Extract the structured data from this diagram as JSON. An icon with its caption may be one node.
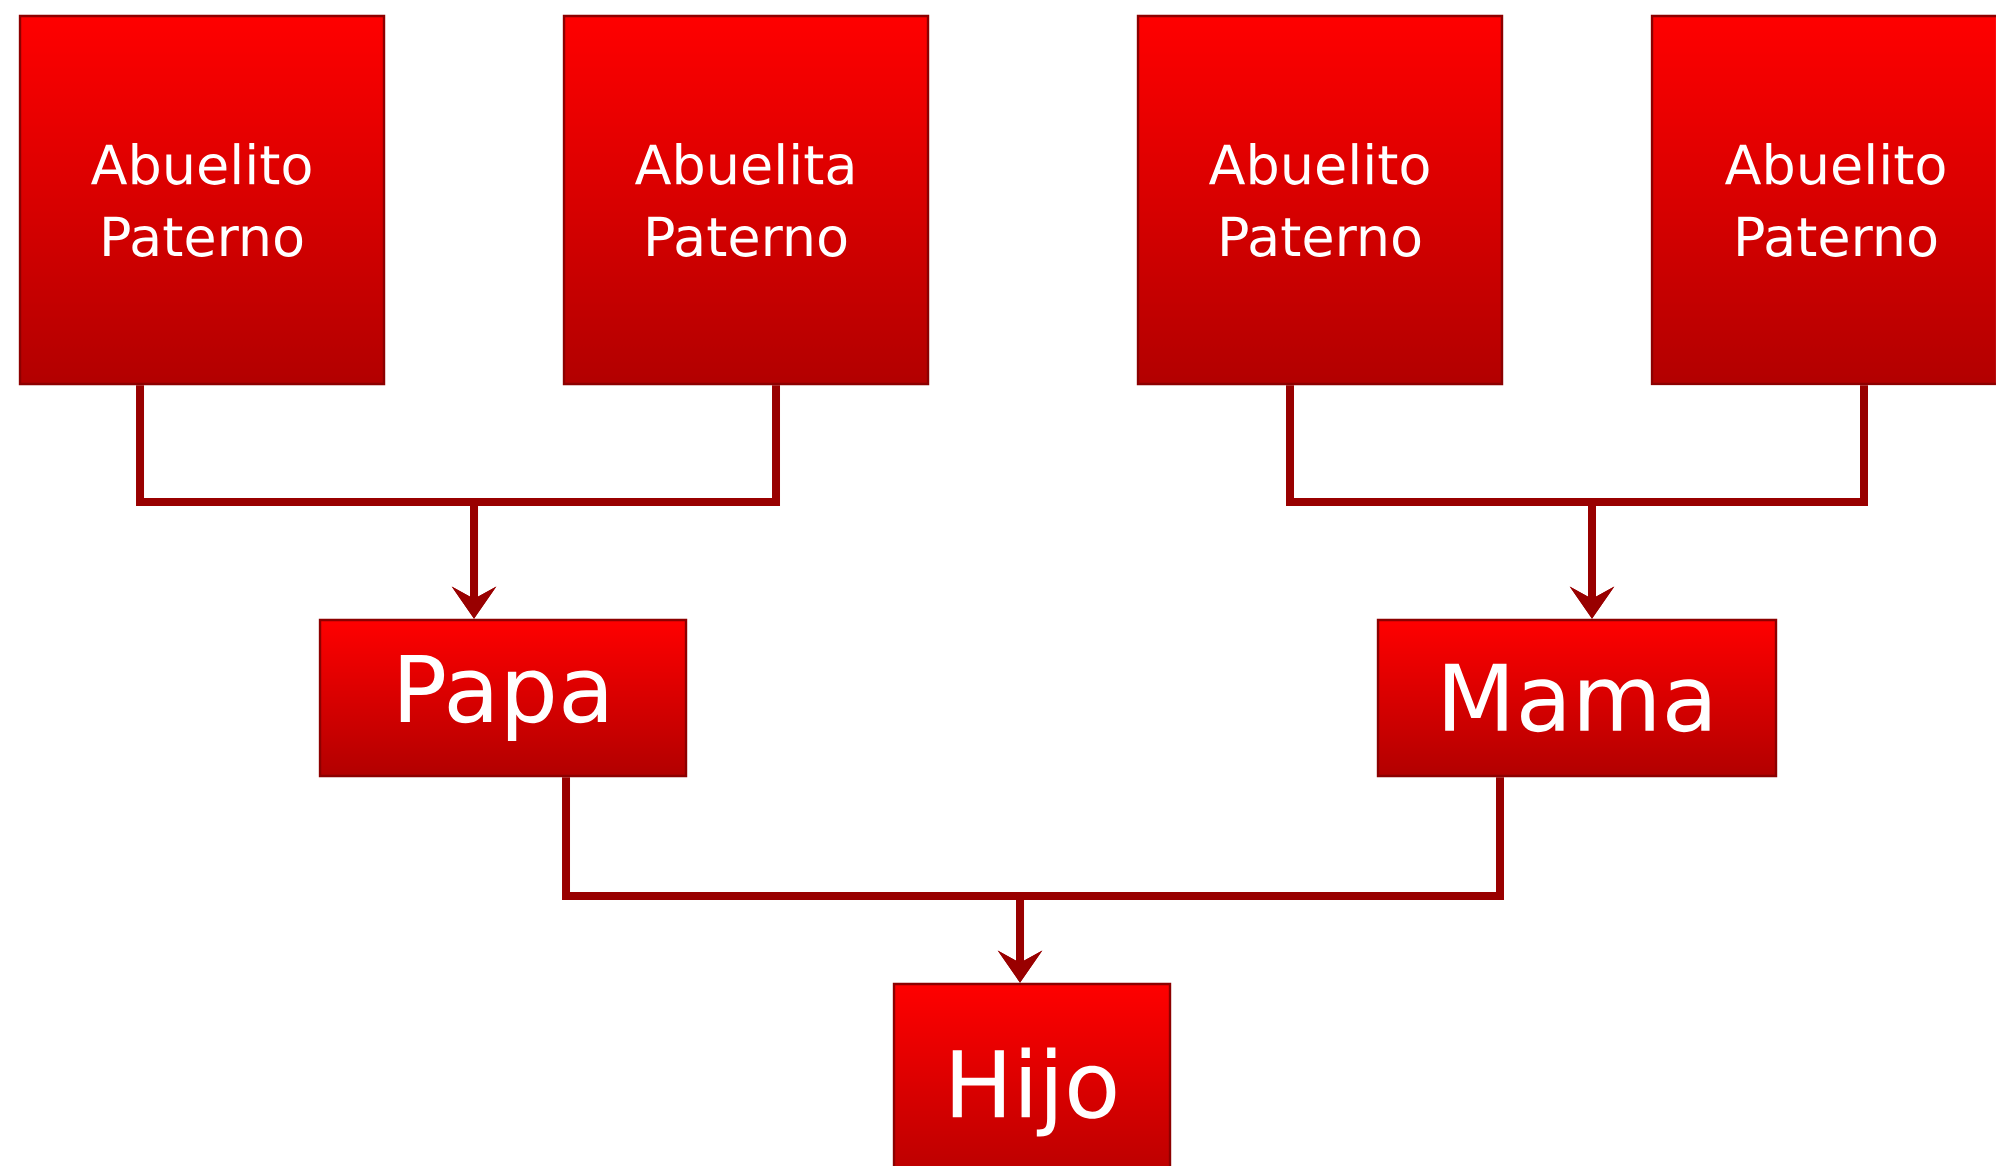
{
  "diagram": {
    "nodes": [
      {
        "text": [
          "Abuelito Paterno"
        ]
      },
      {
        "text": [
          "Abuelita Paterno"
        ]
      },
      {
        "text": [
          "Abuelito Paterno"
        ]
      },
      {
        "text": [
          "Abuelito Paterno"
        ]
      },
      {
        "text": [
          "Papa"
        ]
      },
      {
        "text": [
          "Mama"
        ]
      },
      {
        "text": [
          "Hijo"
        ]
      }
    ],
    "edges": [
      {
        "from": 0,
        "to": 4,
        "arrow": "to"
      },
      {
        "from": 1,
        "to": 4,
        "arrow": "to"
      },
      {
        "from": 2,
        "to": 5,
        "arrow": "to"
      },
      {
        "from": 3,
        "to": 5,
        "arrow": "to"
      },
      {
        "from": 4,
        "to": 6,
        "arrow": "to"
      },
      {
        "from": 5,
        "to": 6,
        "arrow": "to"
      }
    ]
  }
}
